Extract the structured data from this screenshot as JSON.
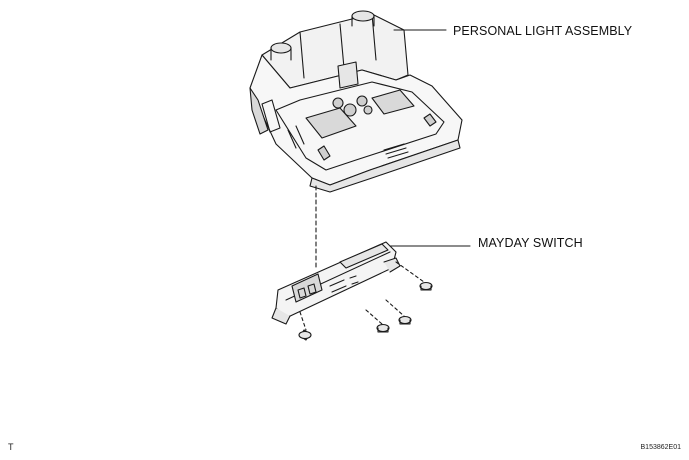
{
  "callouts": {
    "personal_light_assembly": "PERSONAL LIGHT ASSEMBLY",
    "mayday_switch": "MAYDAY SWITCH"
  },
  "footer": {
    "left_mark": "T",
    "figure_code": "B153862E01"
  },
  "style": {
    "line_color": "#1a1a1a",
    "fill_light": "#f2f2f2",
    "fill_mid": "#d9d9d9"
  }
}
